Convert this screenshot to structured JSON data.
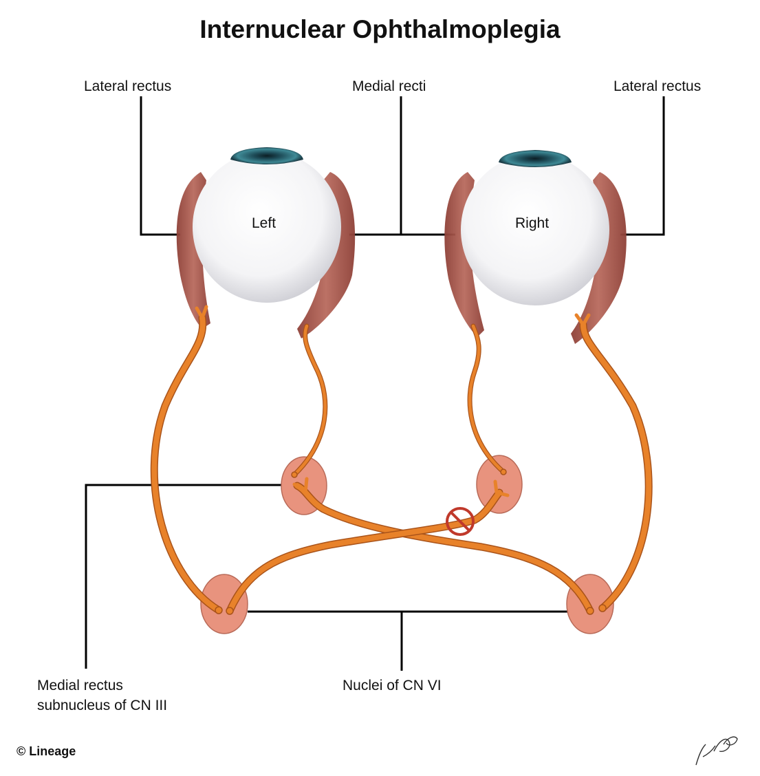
{
  "title": "Internuclear Ophthalmoplegia",
  "labels": {
    "lateral_rectus_left": "Lateral rectus",
    "medial_recti": "Medial recti",
    "lateral_rectus_right": "Lateral rectus",
    "eye_left": "Left",
    "eye_right": "Right",
    "mr_subnucleus_line1": "Medial rectus",
    "mr_subnucleus_line2": "subnucleus of CN III",
    "cn6_nuclei": "Nuclei of CN VI"
  },
  "credits": {
    "copyright": "© Lineage",
    "signature": "Vaswati D."
  },
  "colors": {
    "nerve": "#e8822a",
    "nerve_edge": "#a9531a",
    "muscle": "#a4554a",
    "nucleus": "#e8937e",
    "nucleus_edge": "#b86a58",
    "iris": "#2e6a78",
    "block_sign": "#c0392b",
    "leader_line": "#000000"
  },
  "icons": {
    "lesion": "no-entry-icon"
  }
}
